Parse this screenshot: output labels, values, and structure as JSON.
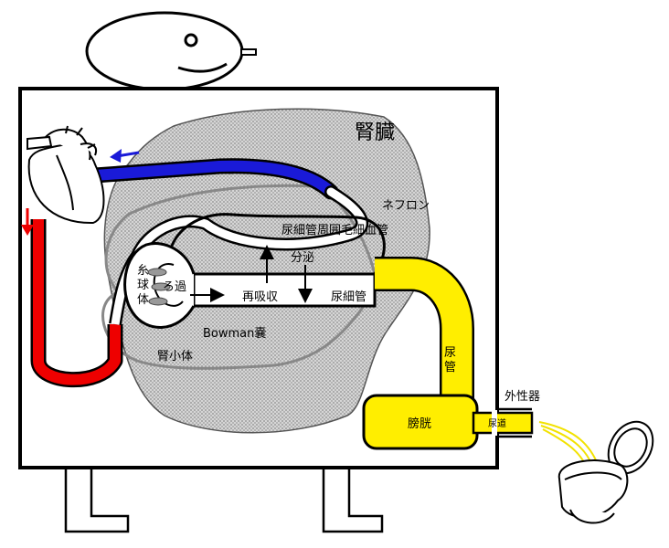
{
  "title": "腎臓",
  "labels": {
    "nephron": "ネフロン",
    "capillary": "尿細管周囲毛細血管",
    "secretion": "分泌",
    "reabsorption": "再吸収",
    "tubule": "尿細管",
    "glomerulus_1": "糸",
    "glomerulus_2": "球",
    "glomerulus_3": "体",
    "filtration": "ろ過",
    "bowman": "Bowman嚢",
    "renal_corpuscle": "腎小体",
    "ureter_1": "尿",
    "ureter_2": "管",
    "bladder": "膀胱",
    "urethra": "尿道",
    "genitals": "外性器"
  },
  "colors": {
    "vein": "#1a1ad8",
    "artery": "#ee0000",
    "urine": "#ffee00",
    "kidney": "#c8c8c8",
    "outline": "#000000"
  },
  "icons": {
    "heart": "heart-icon",
    "head": "head-icon",
    "toilet": "toilet-icon",
    "arrow_blue": "arrow-left-icon",
    "arrow_red": "arrow-down-icon"
  }
}
